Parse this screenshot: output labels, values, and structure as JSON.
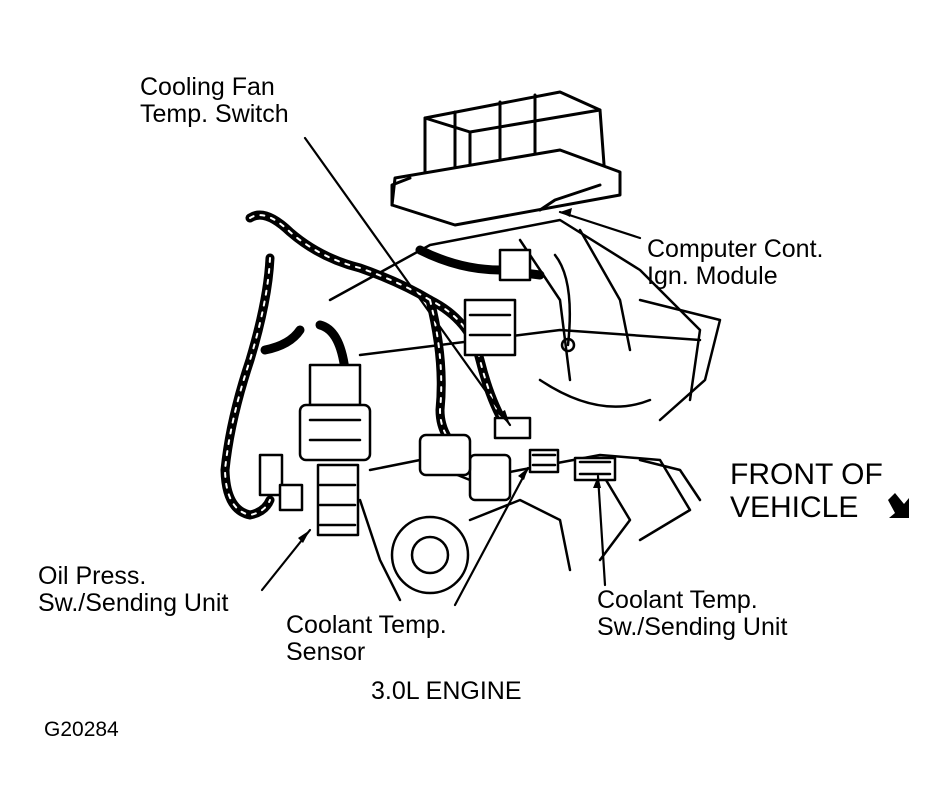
{
  "labels": {
    "cooling_fan_switch": [
      "Cooling Fan",
      "Temp. Switch"
    ],
    "computer_module": [
      "Computer Cont.",
      "Ign. Module"
    ],
    "front_of_vehicle": [
      "FRONT OF",
      "VEHICLE"
    ],
    "oil_press": [
      "Oil Press.",
      "Sw./Sending Unit"
    ],
    "coolant_sensor": [
      "Coolant Temp.",
      "Sensor"
    ],
    "coolant_switch": [
      "Coolant Temp.",
      "Sw./Sending Unit"
    ]
  },
  "title": "3.0L ENGINE",
  "figure_code": "G20284",
  "icons": {
    "direction": "arrow-down-right-icon"
  },
  "colors": {
    "ink": "#000000",
    "paper": "#ffffff"
  }
}
